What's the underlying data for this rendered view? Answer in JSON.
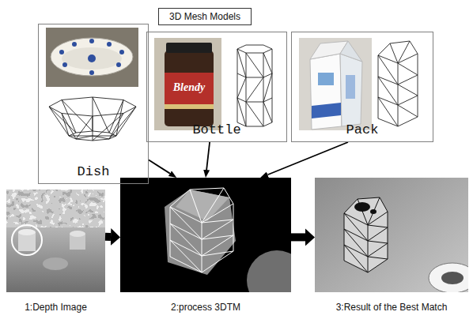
{
  "diagram": {
    "nodes": [
      {
        "text": [
          "3D Mesh Models"
        ]
      },
      {
        "text": [
          "Dish"
        ]
      },
      {
        "text": [
          "Bottle"
        ]
      },
      {
        "text": [
          "Pack"
        ]
      },
      {
        "text": [
          "1:Depth Image"
        ]
      },
      {
        "text": [
          "2:process 3DTM"
        ]
      },
      {
        "text": [
          "3:Result of the Best Match"
        ]
      }
    ],
    "edges": [
      {
        "from": 1,
        "to": 5,
        "arrow": "to"
      },
      {
        "from": 2,
        "to": 5,
        "arrow": "to"
      },
      {
        "from": 3,
        "to": 5,
        "arrow": "to"
      },
      {
        "from": 4,
        "to": 5,
        "arrow": "to"
      },
      {
        "from": 5,
        "to": 6,
        "arrow": "to"
      }
    ],
    "labels": [
      "Blendy"
    ]
  }
}
